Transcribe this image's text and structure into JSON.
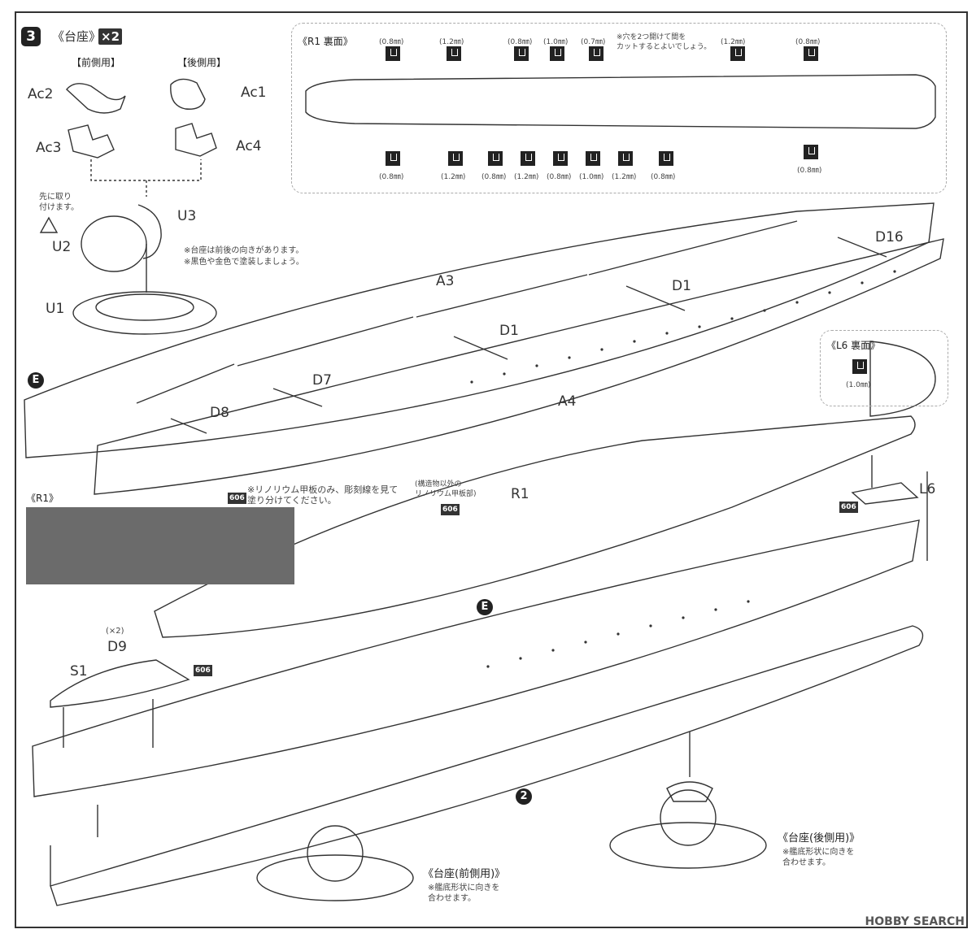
{
  "step": {
    "number": "3",
    "stand_title": "《台座》",
    "multiplier": "×2",
    "front_header": "【前側用】",
    "rear_header": "【後側用】",
    "note_first": "先に取り\n付けます。",
    "stand_notes": [
      "※台座は前後の向きがあります。",
      "※黒色や金色で塗装しましょう。"
    ]
  },
  "parts": {
    "Ac2": "Ac2",
    "Ac1": "Ac1",
    "Ac3": "Ac3",
    "Ac4": "Ac4",
    "U1": "U1",
    "U2": "U2",
    "U3": "U3",
    "A3": "A3",
    "A4": "A4",
    "D1a": "D1",
    "D1b": "D1",
    "D7": "D7",
    "D8": "D8",
    "D16": "D16",
    "R1": "R1",
    "L6": "L6",
    "S1": "S1",
    "D9": "D9",
    "D9_count": "(×2)"
  },
  "sub_e": "E",
  "sub_2": "2",
  "r1_back": {
    "title": "《R1 裏面》",
    "note": "※穴を2つ開けて間を\nカットするとよいでしょう。",
    "top_sizes": [
      "(0.8㎜)",
      "(1.2㎜)",
      "(0.8㎜)",
      "(1.0㎜)",
      "(0.7㎜)",
      "(1.2㎜)",
      "(0.8㎜)"
    ],
    "bottom_sizes": [
      "(0.8㎜)",
      "(1.2㎜)",
      "(0.8㎜)",
      "(1.2㎜)",
      "(0.8㎜)",
      "(1.0㎜)",
      "(1.2㎜)",
      "(0.8㎜)",
      "(0.8㎜)"
    ]
  },
  "l6_back": {
    "title": "《L6 裏面》",
    "size": "(1.0㎜)"
  },
  "r1_photo": {
    "title": "《R1》",
    "paint_code": "606",
    "note": "※リノリウム甲板のみ、彫刻線を見て\n塗り分けてください。"
  },
  "linoleum_note": "(構造物以外の\nリノリウム甲板部)",
  "paint_codes": [
    "606",
    "606",
    "606"
  ],
  "stand_front": {
    "title": "《台座(前側用)》",
    "note": "※艦底形状に向きを\n合わせます。"
  },
  "stand_rear": {
    "title": "《台座(後側用)》",
    "note": "※艦底形状に向きを\n合わせます。"
  },
  "watermark": "HOBBY SEARCH"
}
